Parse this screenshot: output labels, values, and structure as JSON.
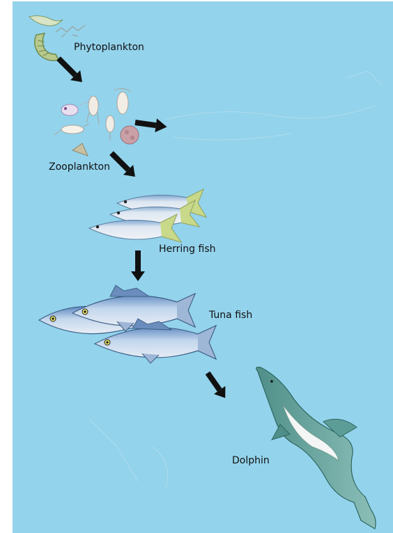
{
  "diagram": {
    "labels": {
      "phytoplankton": "Phytoplankton",
      "zooplankton": "Zooplankton",
      "herring": "Herring fish",
      "tuna": "Tuna fish",
      "dolphin": "Dolphin"
    },
    "colors": {
      "ocean": "#93d3ec",
      "arrow": "#111111",
      "fish_body": "#c5d8ec",
      "fish_back": "#4d7fb8",
      "herring_fin": "#c8d98a",
      "dolphin_body": "#5c9e97",
      "dolphin_belly": "#f3f6f4"
    },
    "icons": [
      "phytoplankton-icon",
      "zooplankton-icon",
      "herring-icon",
      "tuna-icon",
      "dolphin-icon",
      "arrow-icon"
    ]
  }
}
